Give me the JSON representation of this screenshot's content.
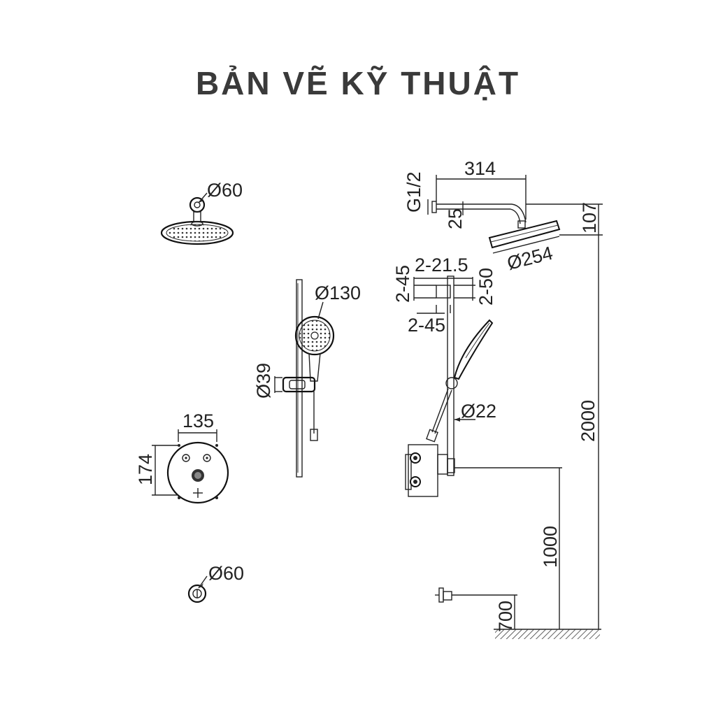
{
  "header": {
    "title": "BẢN VẼ KỸ THUẬT"
  },
  "dimensions": {
    "overhead_arm_diameter": "Ø60",
    "bottom_outlet_diameter": "Ø60",
    "handshower_diameter": "Ø130",
    "holder_diameter": "Ø39",
    "valve_width": "135",
    "valve_height": "174",
    "arm_length": "314",
    "thread": "G1/2",
    "arm_offset": "25",
    "head_drop": "107",
    "head_diameter": "Ø254",
    "bracket_gap": "2-21.5",
    "bracket_left": "2-45",
    "bracket_right": "2-50",
    "bracket_bottom": "2-45",
    "hose_diameter": "Ø22",
    "total_height": "2000",
    "valve_height_floor": "1000",
    "outlet_height_floor": "700"
  }
}
